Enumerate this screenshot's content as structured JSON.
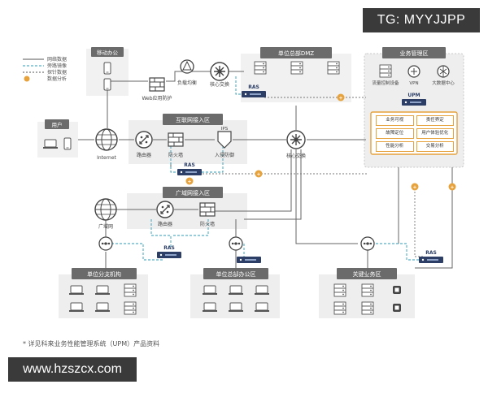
{
  "watermark_top": "TG: MYYJJPP",
  "watermark_bottom": "www.hzszcx.com",
  "legend": {
    "items": [
      {
        "label": "网络数据",
        "style": "solid",
        "color": "#555555"
      },
      {
        "label": "旁路镜像",
        "style": "dashed",
        "color": "#2a9bb8"
      },
      {
        "label": "探针数据",
        "style": "dashed",
        "color": "#555555"
      },
      {
        "label": "数据分析",
        "style": "badge",
        "color": "#e6a23c"
      }
    ]
  },
  "zones": {
    "mobile": "移动办公",
    "users": "用户",
    "dmz": "单位总部DMZ",
    "business_mgmt": "业务管理区",
    "internet_access": "互联网接入区",
    "wan_access": "广域网接入区",
    "branch": "单位分支机构",
    "hq_office": "单位总部办公区",
    "critical_business": "关键业务区"
  },
  "nodes": {
    "internet": "Internet",
    "web_defense": "Web应用防护",
    "load_balancer": "负载均衡",
    "core_switch_dmz": "核心交换",
    "router_internet": "路由器",
    "firewall_internet": "防火墙",
    "ips_badge": "IPS",
    "ips_label": "入侵防御",
    "core_switch": "核心交换",
    "wan": "广域网",
    "router_wan": "路由器",
    "firewall_wan": "防火墙",
    "traffic_ctrl": "流量控制设备",
    "vpn": "VPN",
    "bigdata": "大数据中心",
    "upm": "UPM",
    "ras": "RAS"
  },
  "functions": [
    "业务可视",
    "责任界定",
    "故障定位",
    "用户体验优化",
    "性能分析",
    "交易分析"
  ],
  "footnote": "* 详见科来业务性能管理系统（UPM）产品资料",
  "colors": {
    "accent": "#e6a23c",
    "teal": "#2a9bb8",
    "navy": "#2c3e66",
    "zone_bg": "#eeeeee",
    "zone_title": "#6b6b6b"
  }
}
